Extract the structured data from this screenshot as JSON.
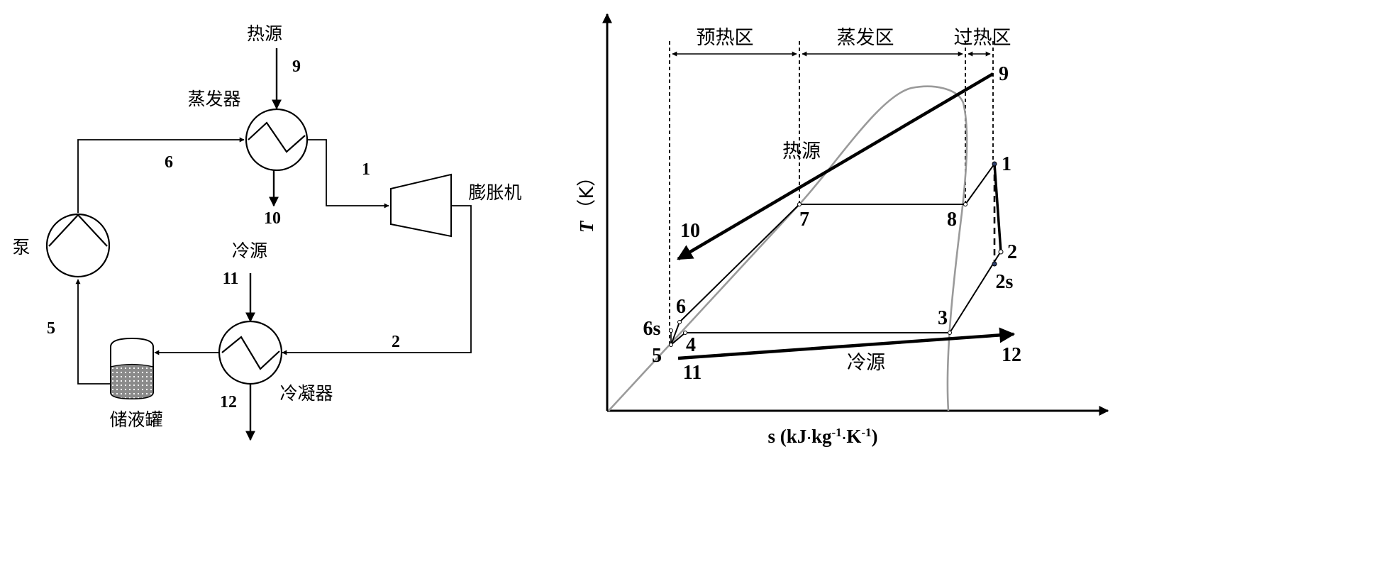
{
  "cycle_schematic": {
    "labels": {
      "heat_source": "热源",
      "evaporator": "蒸发器",
      "expander": "膨胀机",
      "pump": "泵",
      "cold_source": "冷源",
      "condenser": "冷凝器",
      "receiver": "储液罐"
    },
    "state_points": {
      "p9": "9",
      "p6": "6",
      "p1": "1",
      "p10": "10",
      "p11": "11",
      "p2": "2",
      "p5": "5",
      "p12": "12"
    }
  },
  "ts_diagram": {
    "y_axis_symbol": "T",
    "y_axis_unit": "（K）",
    "x_axis_label": "s (kJ·kg-1·K-1)",
    "x_axis": {
      "base1": "s (kJ",
      "dot1": "·",
      "base2": "kg",
      "sup1": "-1",
      "dot2": "·",
      "base3": "K",
      "sup2": "-1",
      "close": ")"
    },
    "zones": {
      "preheat": "预热区",
      "evaporation": "蒸发区",
      "superheat": "过热区"
    },
    "stream_labels": {
      "heat_source": "热源",
      "cold_source": "冷源"
    },
    "points": {
      "p9": "9",
      "p1": "1",
      "p10": "10",
      "p7": "7",
      "p8": "8",
      "p2": "2",
      "p2s": "2s",
      "p6": "6",
      "p6s": "6s",
      "p3": "3",
      "p4": "4",
      "p5": "5",
      "p12": "12",
      "p11": "11"
    }
  },
  "colors": {
    "line": "#000000",
    "saturation_dome": "#9a9a9a",
    "receiver_liquid": "#7d7d7d"
  }
}
